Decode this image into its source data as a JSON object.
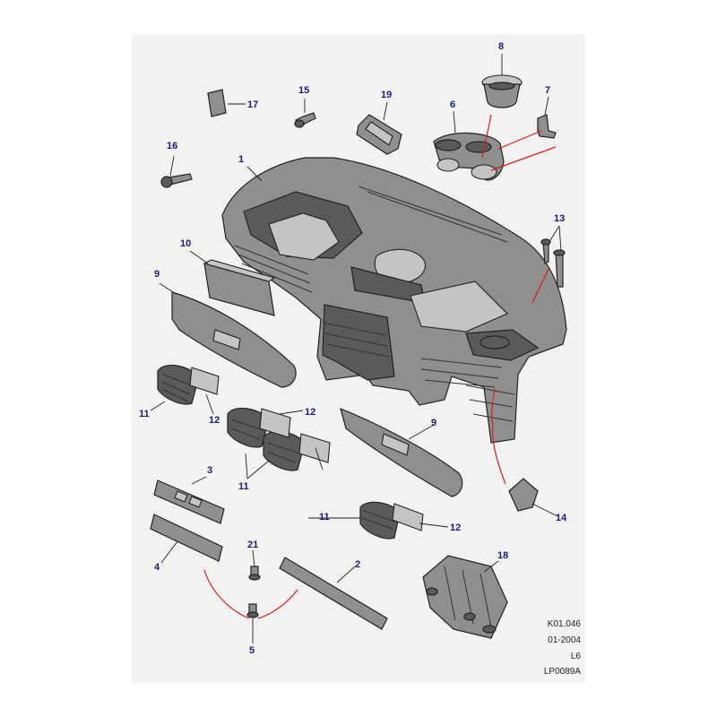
{
  "callouts": {
    "c1": "1",
    "c2": "2",
    "c3": "3",
    "c4": "4",
    "c5": "5",
    "c6": "6",
    "c7": "7",
    "c8": "8",
    "c9a": "9",
    "c9b": "9",
    "c10": "10",
    "c11a": "11",
    "c11b": "11",
    "c11c": "11",
    "c12a": "12",
    "c12b": "12",
    "c12c": "12",
    "c13": "13",
    "c14": "14",
    "c15": "15",
    "c16": "16",
    "c17": "17",
    "c18": "18",
    "c19": "19",
    "c21": "21"
  },
  "reference": {
    "code": "K01.046",
    "date": "01-2004",
    "model": "L6",
    "plate": "LP0089A"
  },
  "colors": {
    "panel_background": "#f2f2f0",
    "callout_text": "#1a1a8c",
    "linkage_lines": "#e11b1b",
    "part_fill": "#8f8f8f"
  }
}
